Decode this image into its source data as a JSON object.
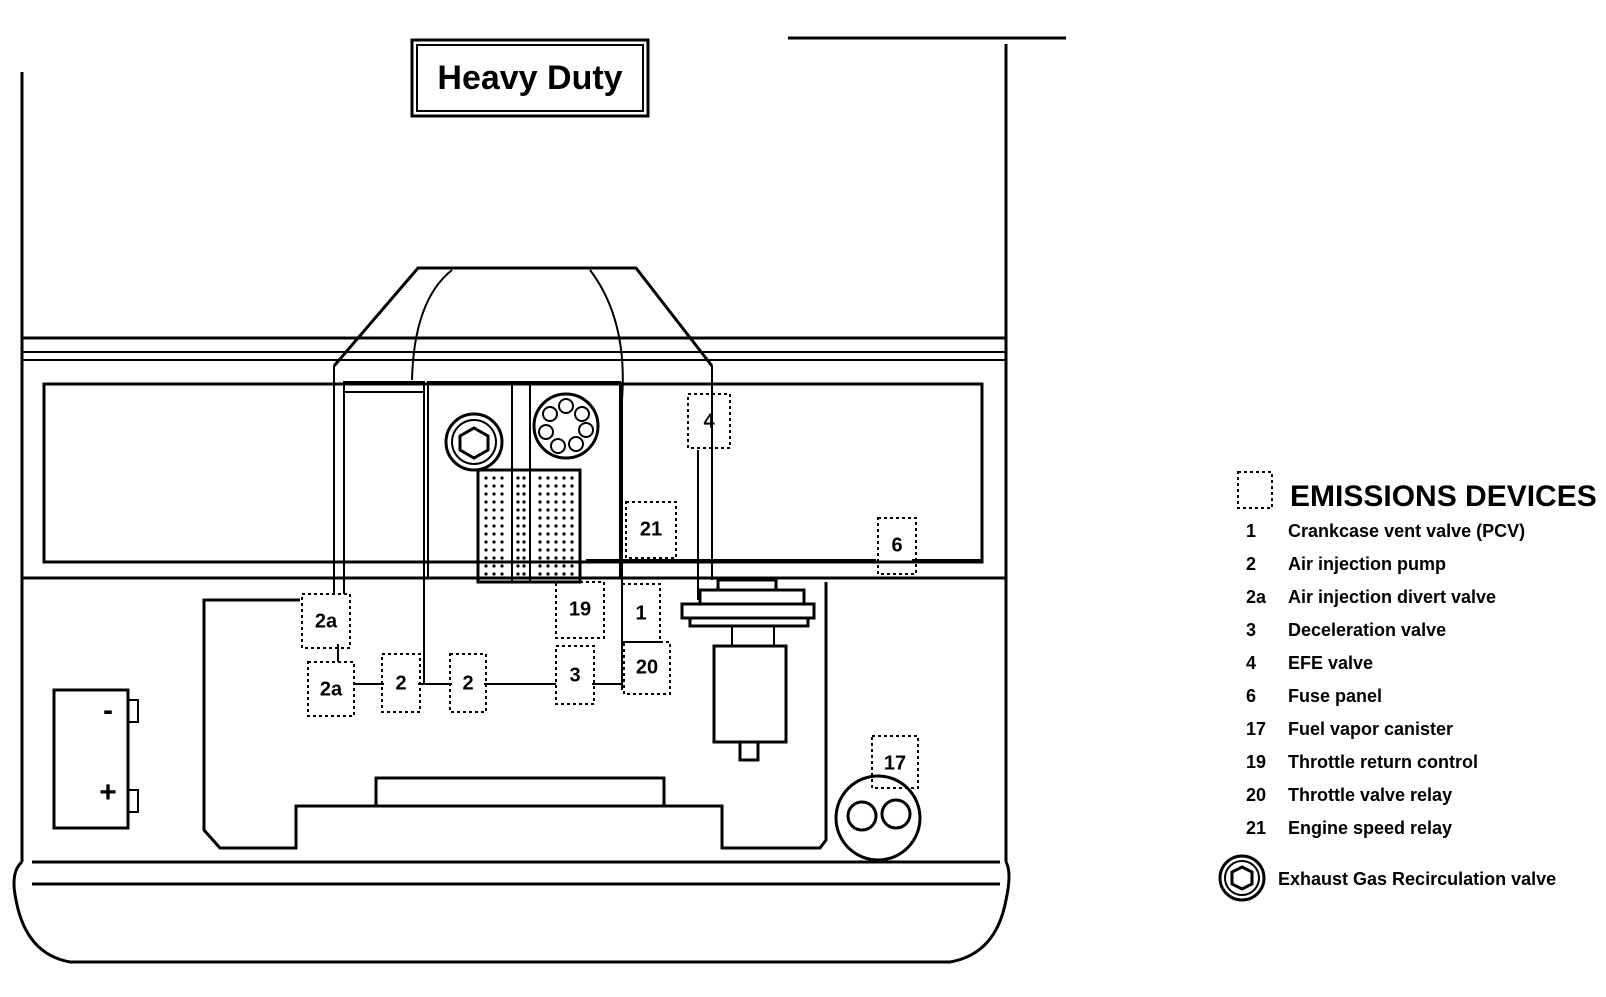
{
  "title": "Heavy Duty",
  "legend": {
    "heading": "EMISSIONS DEVICES",
    "items": [
      {
        "num": "1",
        "text": "Crankcase vent valve (PCV)"
      },
      {
        "num": "2",
        "text": "Air injection pump"
      },
      {
        "num": "2a",
        "text": "Air injection divert valve"
      },
      {
        "num": "3",
        "text": "Deceleration valve"
      },
      {
        "num": "4",
        "text": "EFE  valve"
      },
      {
        "num": "6",
        "text": "Fuse panel"
      },
      {
        "num": "17",
        "text": "Fuel vapor canister"
      },
      {
        "num": "19",
        "text": "Throttle return control"
      },
      {
        "num": "20",
        "text": "Throttle valve relay"
      },
      {
        "num": "21",
        "text": "Engine speed relay"
      }
    ],
    "egr_text": "Exhaust Gas Recirculation valve"
  },
  "markers": {
    "m4": "4",
    "m21": "21",
    "m6": "6",
    "m2a_top": "2a",
    "m2a_bottom": "2a",
    "m2_left": "2",
    "m2_right": "2",
    "m19": "19",
    "m1": "1",
    "m3": "3",
    "m20": "20",
    "m17": "17"
  },
  "battery": {
    "minus": "-",
    "plus": "+"
  }
}
